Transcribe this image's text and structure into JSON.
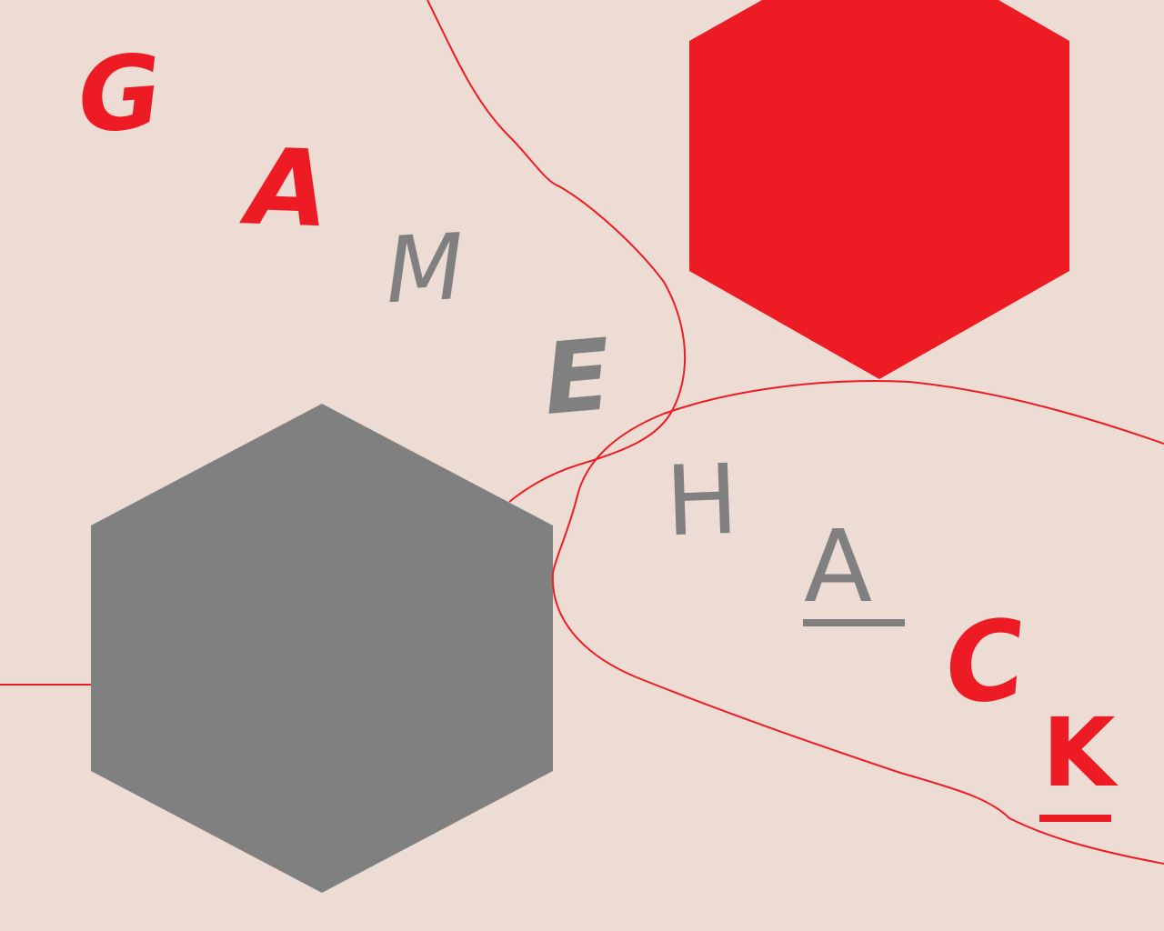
{
  "colors": {
    "background": "#EDDCD4",
    "red": "#ED1C24",
    "gray": "#808080"
  },
  "letters": [
    {
      "char": "G",
      "color": "red"
    },
    {
      "char": "A",
      "color": "red"
    },
    {
      "char": "M",
      "color": "gray"
    },
    {
      "char": "E",
      "color": "gray"
    },
    {
      "char": "H",
      "color": "gray"
    },
    {
      "char": "A",
      "color": "gray"
    },
    {
      "char": "C",
      "color": "red"
    },
    {
      "char": "K",
      "color": "red"
    }
  ]
}
